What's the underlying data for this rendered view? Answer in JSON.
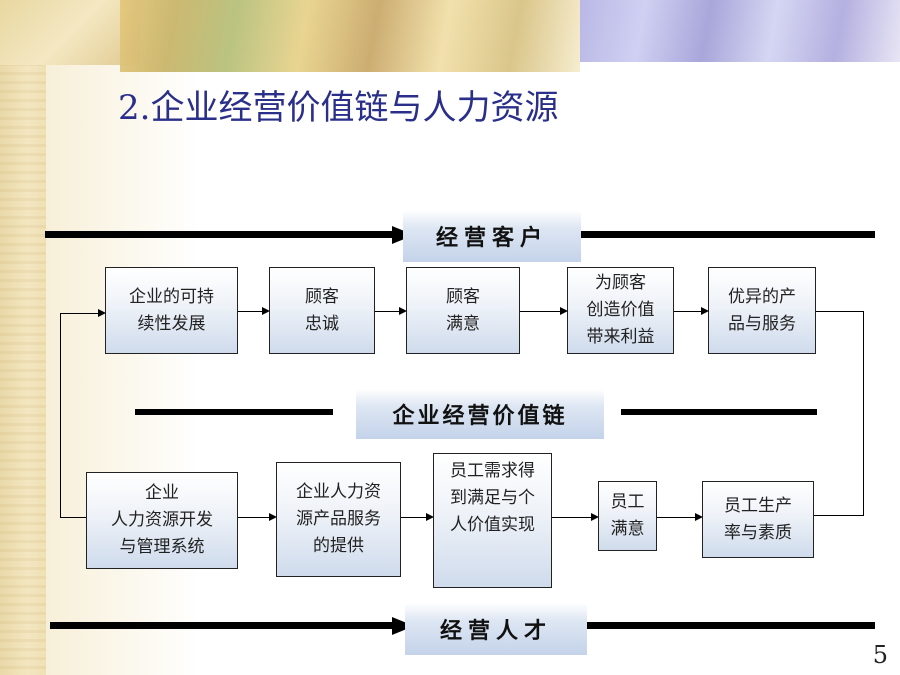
{
  "title": "2.企业经营价值链与人力资源",
  "top_band_label": "经营客户",
  "middle_band_label": "企业经营价值链",
  "bottom_band_label": "经营人才",
  "top_row": [
    {
      "text": "企业的可持\n续性发展"
    },
    {
      "text": "顾客\n忠诚"
    },
    {
      "text": "顾客\n满意"
    },
    {
      "text": "为顾客\n创造价值\n带来利益"
    },
    {
      "text": "优异的产\n品与服务"
    }
  ],
  "bottom_row": [
    {
      "text": "企业\n人力资源开发\n与管理系统"
    },
    {
      "text": "企业人力资\n源产品服务\n的提供"
    },
    {
      "text": "员工需求得\n到满足与个\n人价值实现"
    },
    {
      "text": "员工\n满意"
    },
    {
      "text": "员工生产\n率与素质"
    }
  ],
  "page_number": "5"
}
